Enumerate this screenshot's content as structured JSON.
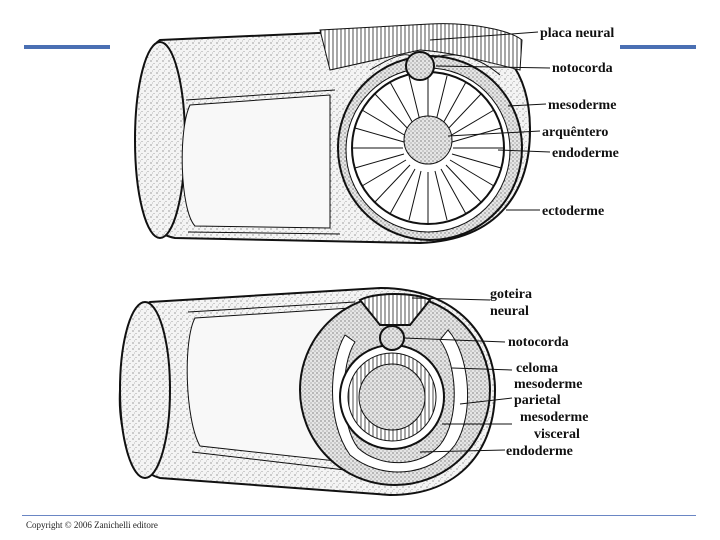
{
  "slide": {
    "accent_color": "#4a6fb3",
    "copyright": "Copyright © 2006 Zanichelli editore"
  },
  "top_figure": {
    "labels": {
      "placa_neural": "placa neural",
      "notocorda": "notocorda",
      "mesoderme": "mesoderme",
      "arquentero": "arquêntero",
      "endoderme": "endoderme",
      "ectoderme": "ectoderme"
    }
  },
  "bottom_figure": {
    "labels": {
      "goteira_1": "goteira",
      "goteira_2": "neural",
      "notocorda": "notocorda",
      "celoma": "celoma",
      "mesoderme_parietal_1": "mesoderme",
      "mesoderme_parietal_2": "parietal",
      "mesoderme_visceral_1": "mesoderme",
      "mesoderme_visceral_2": "visceral",
      "endoderme": "endoderme"
    }
  }
}
